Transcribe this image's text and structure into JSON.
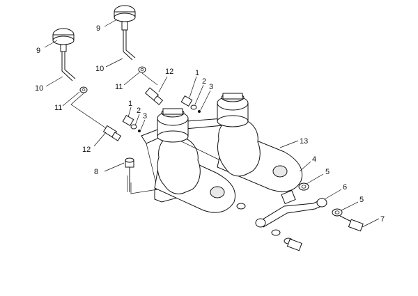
{
  "callouts": [
    {
      "id": "c-1a",
      "label": "1"
    },
    {
      "id": "c-1b",
      "label": "1"
    },
    {
      "id": "c-2a",
      "label": "2"
    },
    {
      "id": "c-2b",
      "label": "2"
    },
    {
      "id": "c-3a",
      "label": "3"
    },
    {
      "id": "c-3b",
      "label": "3"
    },
    {
      "id": "c-4",
      "label": "4"
    },
    {
      "id": "c-5a",
      "label": "5"
    },
    {
      "id": "c-5b",
      "label": "5"
    },
    {
      "id": "c-6",
      "label": "6"
    },
    {
      "id": "c-7",
      "label": "7"
    },
    {
      "id": "c-8",
      "label": "8"
    },
    {
      "id": "c-9a",
      "label": "9"
    },
    {
      "id": "c-9b",
      "label": "9"
    },
    {
      "id": "c-10a",
      "label": "10"
    },
    {
      "id": "c-10b",
      "label": "10"
    },
    {
      "id": "c-11a",
      "label": "11"
    },
    {
      "id": "c-11b",
      "label": "11"
    },
    {
      "id": "c-12a",
      "label": "12"
    },
    {
      "id": "c-12b",
      "label": "12"
    },
    {
      "id": "c-13",
      "label": "13"
    }
  ]
}
